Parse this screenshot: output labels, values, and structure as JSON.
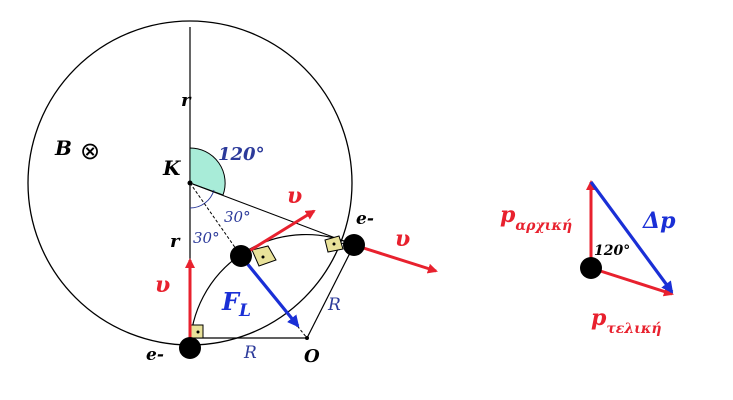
{
  "labels": {
    "field": "B",
    "field_symbol": "⊗",
    "center": "K",
    "angle_large": "120°",
    "angle_small_a": "30°",
    "angle_small_b": "30°",
    "radius_top": "r",
    "radius_mid": "r",
    "velocity_start": "υ",
    "velocity_mid": "υ",
    "velocity_end": "υ",
    "force": "F",
    "force_sub": "L",
    "electron_start": "e-",
    "electron_end": "e-",
    "R_bottom": "R",
    "R_right": "R",
    "origin": "O",
    "p_initial": "p",
    "p_initial_sub": "αρχική",
    "p_final": "p",
    "p_final_sub": "τελική",
    "delta_p": "Δp",
    "vector_angle": "120°"
  },
  "colors": {
    "velocity": "#e8212e",
    "force": "#1a2fd6",
    "angle_fill": "#a8ecd8",
    "right_angle_fill": "#e9e29a",
    "text_dark": "#000000",
    "text_blue": "#2c3a9a"
  }
}
